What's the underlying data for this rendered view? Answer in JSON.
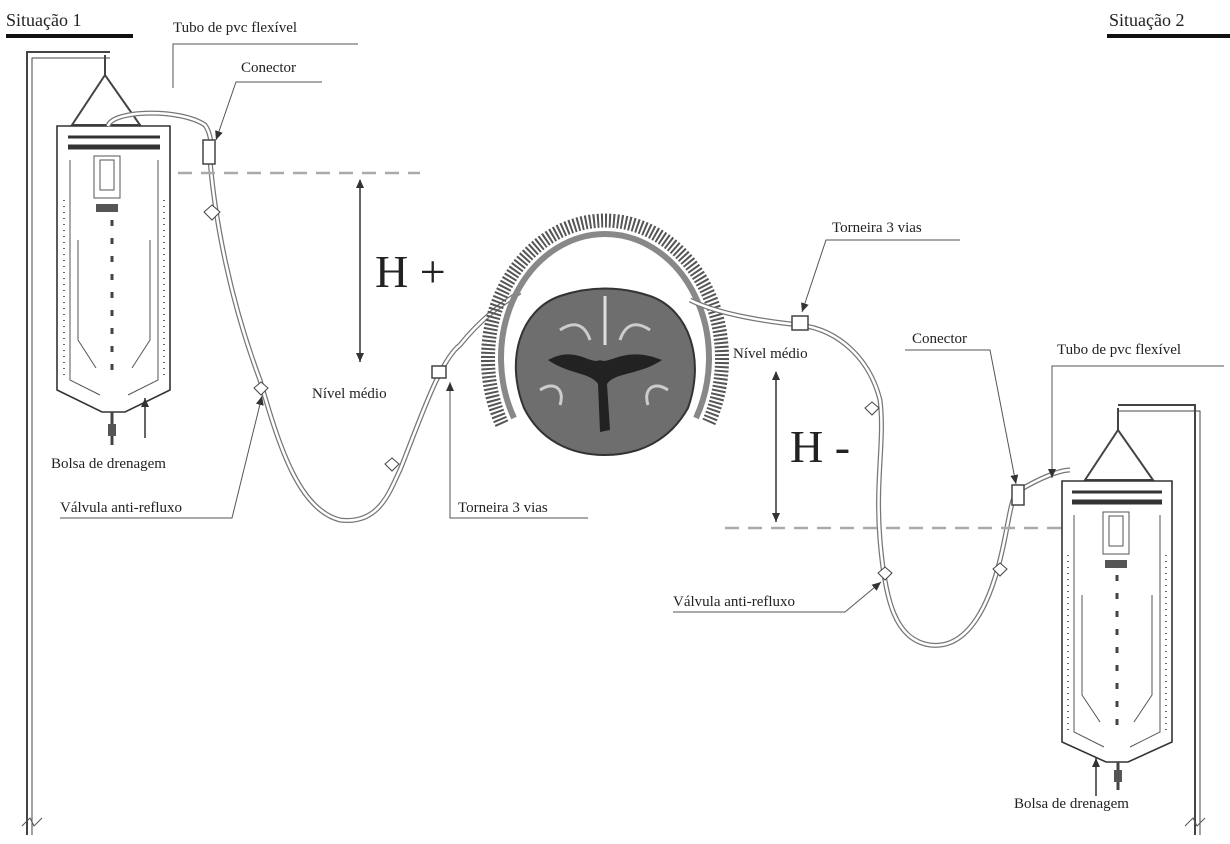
{
  "situacao1": {
    "title": "Situação 1",
    "tubo": "Tubo de pvc flexível",
    "conector": "Conector",
    "h": "H +",
    "nivel": "Nível médio",
    "bolsa": "Bolsa de drenagem",
    "valvula": "Válvula anti-refluxo",
    "torneira": "Torneira 3 vias"
  },
  "situacao2": {
    "title": "Situação 2",
    "torneira": "Torneira 3 vias",
    "nivel": "Nível médio",
    "conector": "Conector",
    "tubo": "Tubo de pvc flexível",
    "h": "H -",
    "valvula": "Válvula anti-refluxo",
    "bolsa": "Bolsa de drenagem"
  }
}
